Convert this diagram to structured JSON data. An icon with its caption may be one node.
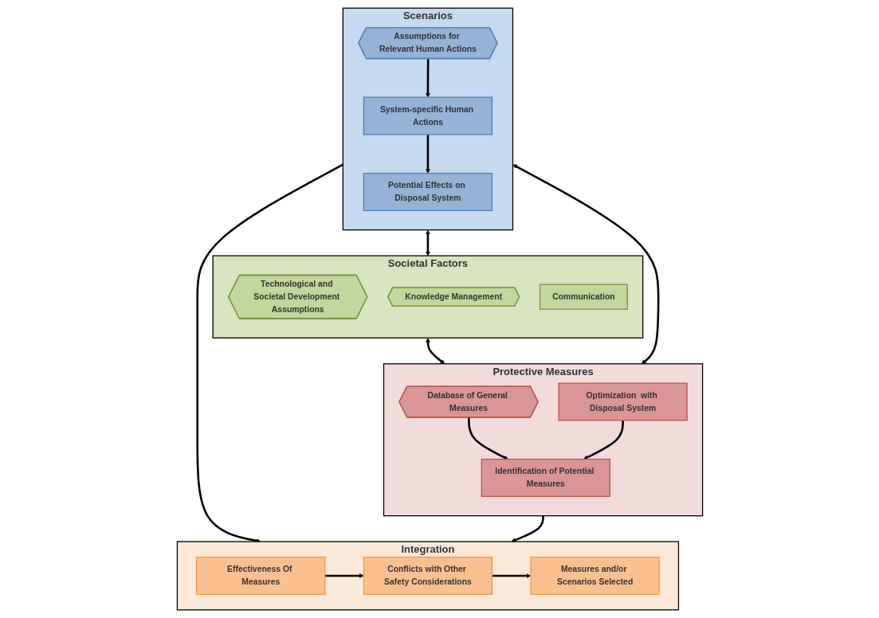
{
  "diagram": {
    "nodes": [
      {
        "text": [
          "Scenarios"
        ]
      },
      {
        "text": [
          "Assumptions for Relevant Human Actions"
        ],
        "in": 0
      },
      {
        "text": [
          "System-specific Human Actions"
        ],
        "in": 0
      },
      {
        "text": [
          "Potential Effects on Disposal System"
        ],
        "in": 0
      },
      {
        "text": [
          "Societal Factors"
        ]
      },
      {
        "text": [
          "Technological and Societal Development Assumptions"
        ],
        "in": 4
      },
      {
        "text": [
          "Knowledge Management"
        ],
        "in": 4
      },
      {
        "text": [
          "Communication"
        ],
        "in": 4
      },
      {
        "text": [
          "Protective Measures"
        ]
      },
      {
        "text": [
          "Database of General Measures"
        ],
        "in": 8
      },
      {
        "text": [
          "Identification of Potential Measures"
        ],
        "in": 8
      },
      {
        "text": [
          "Optimization  with Disposal System"
        ],
        "in": 8
      },
      {
        "text": [
          "Integration"
        ]
      },
      {
        "text": [
          "Effectiveness Of Measures"
        ],
        "in": 12
      },
      {
        "text": [
          "Conflicts with Other Safety Considerations"
        ],
        "in": 12
      },
      {
        "text": [
          "Measures and/or Scenarios Selected"
        ],
        "in": 12
      }
    ],
    "edges": [
      {
        "from": 1,
        "to": 2,
        "arrow": "to"
      },
      {
        "from": 2,
        "to": 3,
        "arrow": "to"
      },
      {
        "from": 0,
        "to": 4,
        "arrow": "both"
      },
      {
        "from": 4,
        "to": 8,
        "arrow": "both"
      },
      {
        "from": 9,
        "to": 10,
        "arrow": "to"
      },
      {
        "from": 11,
        "to": 10,
        "arrow": "to"
      },
      {
        "from": 0,
        "to": 8,
        "arrow": "both"
      },
      {
        "from": 0,
        "to": 12,
        "arrow": "to"
      },
      {
        "from": 8,
        "to": 12,
        "arrow": "to"
      },
      {
        "from": 13,
        "to": 14,
        "arrow": "to"
      },
      {
        "from": 14,
        "to": 15,
        "arrow": "to"
      }
    ]
  }
}
